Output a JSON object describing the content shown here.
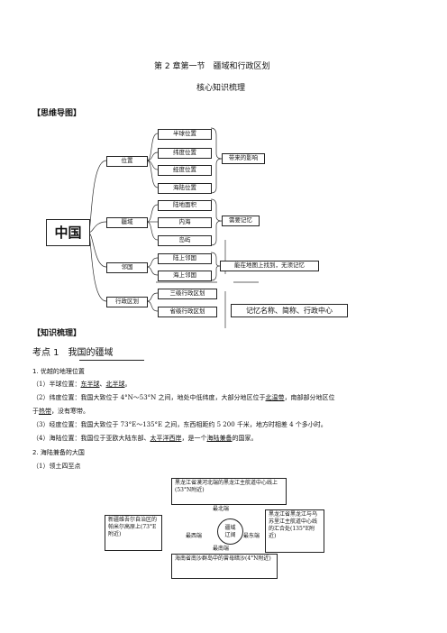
{
  "header": {
    "chapter_title": "第 2 章第一节　疆域和行政区划",
    "subtitle": "核心知识梳理"
  },
  "mindmap": {
    "section_label": "【思维导图】",
    "root": "中国",
    "branches": [
      "位置",
      "疆域",
      "邻国",
      "行政区划"
    ],
    "position_items": [
      "半球位置",
      "纬度位置",
      "经度位置",
      "海陆位置"
    ],
    "position_note": "带来的影响",
    "territory_items": [
      "陆地面积",
      "内海",
      "岛屿"
    ],
    "territory_note": "需要记忆",
    "neighbor_items": [
      "陆上邻国",
      "海上邻国"
    ],
    "neighbor_note": "能在地图上找到，无须记忆",
    "admin_items": [
      "三级行政区划",
      "省级行政区划"
    ],
    "admin_note": "记忆名称、简称、行政中心"
  },
  "knowledge": {
    "section_label": "【知识梳理】",
    "point1_title": "考点 1　我国的疆域",
    "item1_heading": "1.  优越的地理位置",
    "lines": {
      "l1_pre": "（1）半球位置：",
      "l1_u1": "东半球",
      "l1_mid": "、",
      "l1_u2": "北半球",
      "l1_end": "。",
      "l2_pre": "（2）纬度位置：我国大致位于 4°N～53°N 之间，地处中低纬度，大部分地区位于",
      "l2_u": "北温带",
      "l2_end": "，南部部分地区位",
      "l2b_pre": "于",
      "l2b_u": "热带",
      "l2b_end": "，没有寒带。",
      "l3": "（3）经度位置：我国大致位于 73°E～135°E 之间，东西相距约 5 200 千米，地方时相差 4 个多小时。",
      "l4_pre": "（4）海陆位置：我国位于亚欧大陆东部、",
      "l4_u1": "太平洋西岸",
      "l4_mid": "，是一个",
      "l4_u2": "海陆兼备",
      "l4_end": "的国家。"
    },
    "item2_heading": "2.  海陆兼备的大国",
    "item2_sub": "（1）领土四至点"
  },
  "extreme_points": {
    "center": "疆域\n辽阔",
    "north_label": "最北端",
    "south_label": "最南端",
    "west_label": "最西端",
    "east_label": "最东端",
    "north_box": "黑龙江省漠河北端的黑龙江主航道中心线上(53°N附近)",
    "west_box": "新疆维吾尔自治区的帕米尔高原上(73°E附近)",
    "east_box": "黑龙江省黑龙江与乌苏里江主航道中心线的汇合处(135°E附近)",
    "south_box": "海南省南沙群岛中的曾母暗沙(4°N附近)"
  }
}
